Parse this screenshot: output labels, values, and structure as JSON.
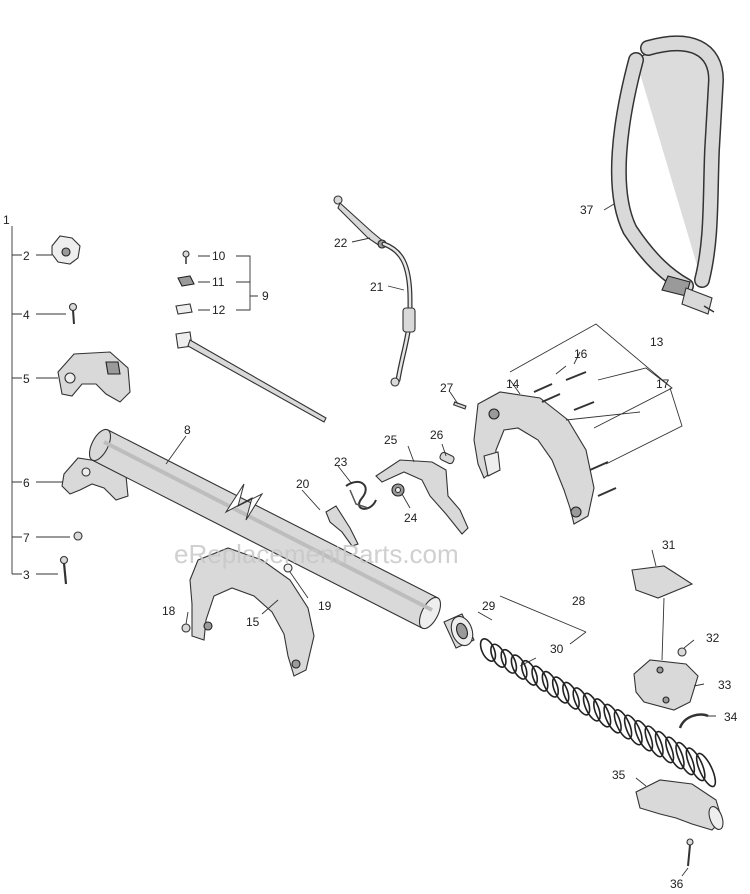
{
  "watermark": "eReplacementParts.com",
  "callouts": {
    "c1": "1",
    "c2": "2",
    "c3": "3",
    "c4": "4",
    "c5": "5",
    "c6": "6",
    "c7": "7",
    "c8": "8",
    "c9": "9",
    "c10": "10",
    "c11": "11",
    "c12": "12",
    "c13": "13",
    "c14": "14",
    "c15": "15",
    "c16": "16",
    "c17": "17",
    "c18": "18",
    "c19": "19",
    "c20": "20",
    "c21": "21",
    "c22": "22",
    "c23": "23",
    "c24": "24",
    "c25": "25",
    "c26": "26",
    "c27": "27",
    "c28": "28",
    "c29": "29",
    "c30": "30",
    "c31": "31",
    "c32": "32",
    "c33": "33",
    "c34": "34",
    "c35": "35",
    "c36": "36",
    "c37": "37"
  }
}
